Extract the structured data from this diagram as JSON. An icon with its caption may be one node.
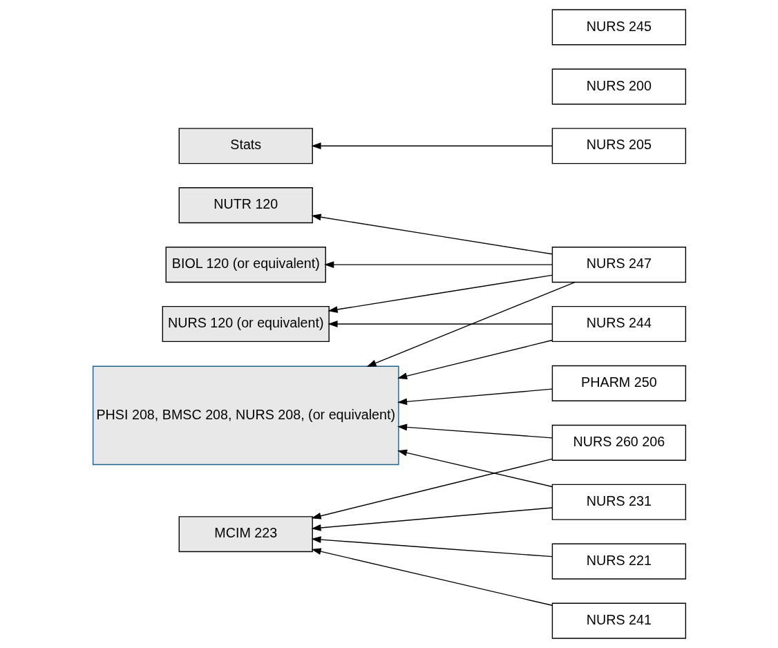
{
  "diagram": {
    "nodes": [
      {
        "text": [
          "NURS 120 (or equivalent)"
        ]
      },
      {
        "text": [
          "NUTR 120"
        ]
      },
      {
        "text": [
          "BIOL 120 (or equivalent)"
        ]
      },
      {
        "text": [
          "MCIM 223"
        ]
      },
      {
        "text": [
          "PHSI 208, BMSC 208, NURS 208, (or equivalent)"
        ]
      },
      {
        "text": [
          "Stats"
        ]
      },
      {
        "text": [
          "NURS 200"
        ]
      },
      {
        "text": [
          "NURS 245"
        ]
      },
      {
        "text": [
          "NURS 244"
        ]
      },
      {
        "text": [
          "NURS 247"
        ]
      },
      {
        "text": [
          "NURS 241"
        ]
      },
      {
        "text": [
          "PHARM 250"
        ]
      },
      {
        "text": [
          "NURS 231"
        ]
      },
      {
        "text": [
          "NURS 260 206"
        ]
      },
      {
        "text": [
          "NURS 205"
        ]
      },
      {
        "text": [
          "NURS 221"
        ]
      }
    ],
    "edges": [
      {
        "from": 8,
        "to": 0,
        "arrow": "to"
      },
      {
        "from": 8,
        "to": 4,
        "arrow": "to"
      },
      {
        "from": 9,
        "to": 0,
        "arrow": "to"
      },
      {
        "from": 9,
        "to": 1,
        "arrow": "to"
      },
      {
        "from": 9,
        "to": 2,
        "arrow": "to"
      },
      {
        "from": 9,
        "to": 4,
        "arrow": "to"
      },
      {
        "from": 10,
        "to": 3,
        "arrow": "to"
      },
      {
        "from": 11,
        "to": 4,
        "arrow": "to"
      },
      {
        "from": 12,
        "to": 3,
        "arrow": "to"
      },
      {
        "from": 12,
        "to": 4,
        "arrow": "to"
      },
      {
        "from": 13,
        "to": 3,
        "arrow": "to"
      },
      {
        "from": 13,
        "to": 4,
        "arrow": "to"
      },
      {
        "from": 14,
        "to": 5,
        "arrow": "to"
      },
      {
        "from": 15,
        "to": 3,
        "arrow": "to"
      }
    ]
  }
}
